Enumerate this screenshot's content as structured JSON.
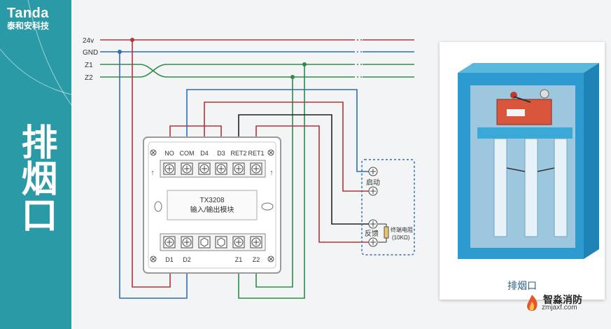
{
  "brand": {
    "name": "Tanda",
    "subtitle": "泰和安科技"
  },
  "side_title": "排烟口",
  "buses": {
    "v24": "24v",
    "gnd": "GND",
    "z1": "Z1",
    "z2": "Z2"
  },
  "module": {
    "model": "TX3208",
    "description": "输入/输出模块",
    "top_terminals": [
      "NO",
      "COM",
      "D4",
      "D3",
      "RET2",
      "RET1"
    ],
    "bottom_terminals": [
      "D1",
      "D2",
      "",
      "",
      "Z1",
      "Z2"
    ]
  },
  "device_box": {
    "start_label": "启动",
    "feedback_label": "反馈",
    "resistor_label": "终端电阻",
    "resistor_value": "(10KΩ)"
  },
  "photo": {
    "caption": "排烟口"
  },
  "watermark": {
    "title": "智淼消防",
    "url": "zmjaxf.com"
  },
  "colors": {
    "teal": "#2a9aa6",
    "red": "#b5343a",
    "blue": "#2f6fb0",
    "green": "#2e8b47",
    "black": "#222222"
  }
}
